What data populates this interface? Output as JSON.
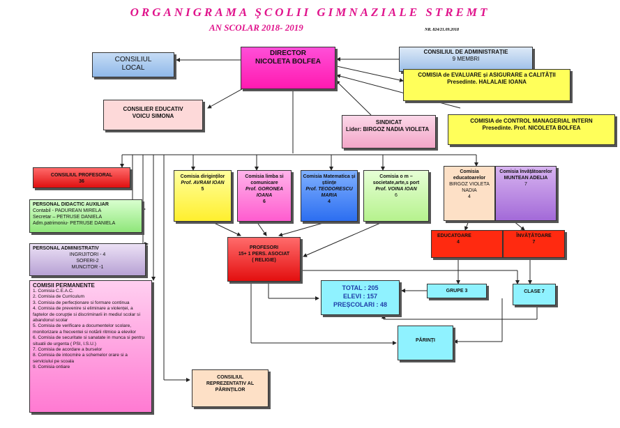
{
  "header": {
    "title": "ORGANIGRAMA ŞCOLII GIMNAZIALE STREMT",
    "year": "AN SCOLAR 2018- 2019",
    "nr": "NR. 824/21.09.2018"
  },
  "director": {
    "title": "DIRECTOR",
    "name": "NICOLETA BOLFEA"
  },
  "consiliul_local": {
    "line1": "CONSILIUL",
    "line2": "LOCAL"
  },
  "consiliul_administratie": {
    "title": "CONSILIUL DE ADMINISTRAȚIE",
    "members": "9 MEMBRI"
  },
  "comisia_evaluare": {
    "title": "COMISIA de EVALUARE și ASIGURARE a CALITĂȚII",
    "presedinte_label": "Presedinte",
    "presedinte_name": "HALALAIE IOANA"
  },
  "consilier_educativ": {
    "title": "CONSILIER EDUCATIV",
    "name": "VOICU SIMONA"
  },
  "sindicat": {
    "title": "SINDICAT",
    "lider_label": "Lider",
    "lider_name": "BIRGOZ NADIA VIOLETA"
  },
  "comisia_control": {
    "title": "COMISIA de CONTROL MANAGERIAL INTERN",
    "presedinte_label": "Presedinte",
    "presedinte_name": "Prof. NICOLETA BOLFEA"
  },
  "consiliul_profesoral": {
    "title": "CONSILIUL PROFESORAL",
    "count": "36"
  },
  "comisia_dirigintilor": {
    "title": "Comisia diriginților",
    "prof": "Prof. AVRAM IOAN",
    "count": "5"
  },
  "comisia_limba": {
    "title": "Comisia limba si comunicare",
    "prof": "Prof. GORONEA IOANA",
    "count": "6"
  },
  "comisia_matematica": {
    "title": "Comisia Matematica și științe",
    "prof": "Prof. TEODORESCU MARIA",
    "count": "4"
  },
  "comisia_om": {
    "title": "Comisia o m – societate,arte,s port",
    "prof": "Prof. VOINA IOAN",
    "count": "6"
  },
  "comisia_educatoarelor": {
    "title": "Comisia educatoarelor",
    "name": "BIRGOZ VIOLETA NADIA",
    "count": "4"
  },
  "comisia_invatatoarelor": {
    "title": "Comisia învățătoarelor",
    "name": "MUNTEAN ADELIA",
    "count": "7"
  },
  "personal_didactic_auxiliar": {
    "title": "PERSONAL DIDACTIC AUXILIAR",
    "items": [
      "Contabil - PADUREAN MIRELA",
      "Secretar – PETRUSE DANIELA",
      "Adm.patrimoniu- PETRUSE DANIELA"
    ]
  },
  "personal_administrativ": {
    "title": "PERSONAL ADMINISTRATIV",
    "items": [
      "INGRIJITORI - 4",
      "SOFERI-2",
      "MUNCITOR -1"
    ]
  },
  "profesori": {
    "title": "PROFESORI",
    "line2": "15+ 1 PERS. ASOCIAT",
    "line3": "( RELIGIE)"
  },
  "educatoare": {
    "title": "EDUCATOARE",
    "count": "4"
  },
  "invatatoare": {
    "title": "ÎNVĂȚĂTOARE",
    "count": "7"
  },
  "totals": {
    "total": "TOTAL : 205",
    "elevi": "ELEVI : 157",
    "prescolari": "PREȘCOLARI : 48"
  },
  "grupe": {
    "label": "GRUPE 3"
  },
  "clase": {
    "label": "CLASE 7"
  },
  "parinti": {
    "label": "PĂRINȚI"
  },
  "comisii_permanente": {
    "title": "COMISII PERMANENTE",
    "items": [
      "1. Comisia C.E.A.C.",
      "2. Comisia de Curriculum",
      "3. Comisia de perfecționare si formare continua",
      "4. Comisia de prevenire si eliminare a violenței, a faptelor de corupție si discriminarii in mediul scolar si abandonul scolar",
      "5. Comisia de verificare a documentelor scolare, monitorizare a frecventei si notării ritmice a elevilor",
      "6. Comisia de securitate si sanatate in munca si pentru situatii de urgenta ( PSI, I.S.U.)",
      "7. Comisia de acordare a burselor",
      "8. Comisia de intocmire a schemelor orare si a serviciului pe scoala",
      "9. Comisia ontiare"
    ]
  },
  "consiliul_reprezentativ": {
    "line1": "CONSILIUL",
    "line2": "REPREZENTATIV AL",
    "line3": "PĂRINȚILOR"
  }
}
